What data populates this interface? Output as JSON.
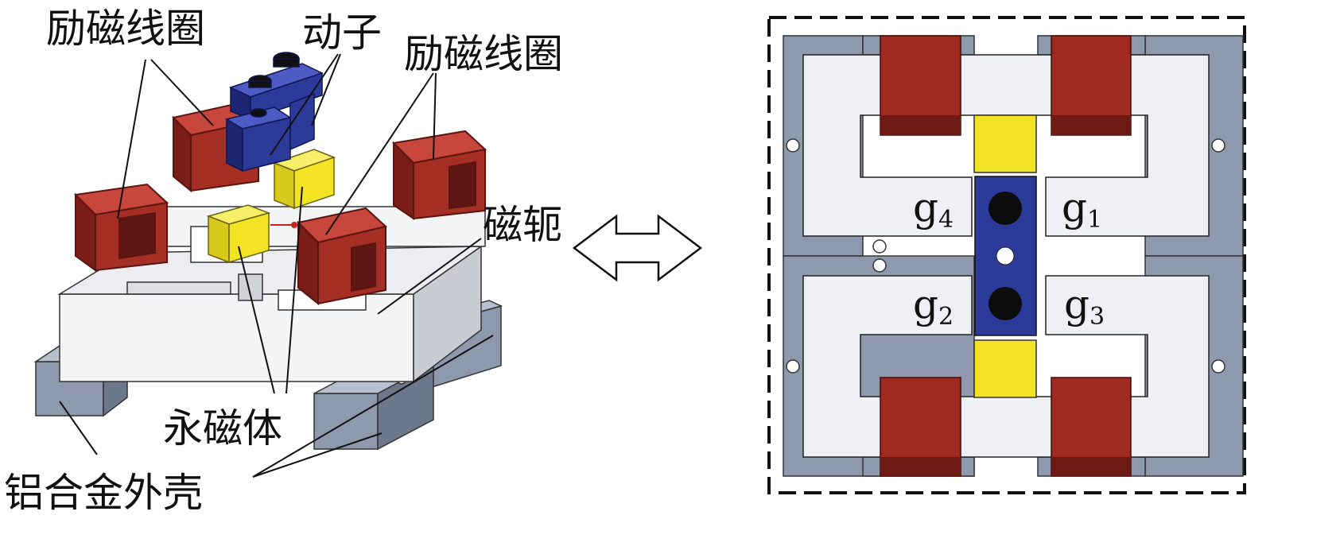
{
  "labels": {
    "coil_left": "励磁线圈",
    "mover": "动子",
    "coil_right": "励磁线圈",
    "yoke": "磁轭",
    "pm": "永磁体",
    "housing": "铝合金外壳"
  },
  "gaps": [
    {
      "letter": "g",
      "sub": "4"
    },
    {
      "letter": "g",
      "sub": "1"
    },
    {
      "letter": "g",
      "sub": "2"
    },
    {
      "letter": "g",
      "sub": "3"
    }
  ],
  "colors": {
    "coil": "#9e2a22",
    "coil_light": "#c8473c",
    "mover": "#2c3a9a",
    "magnet": "#f2e325",
    "yoke": "#eef0f4",
    "housing": "#8e99ad",
    "outline": "#222222"
  }
}
